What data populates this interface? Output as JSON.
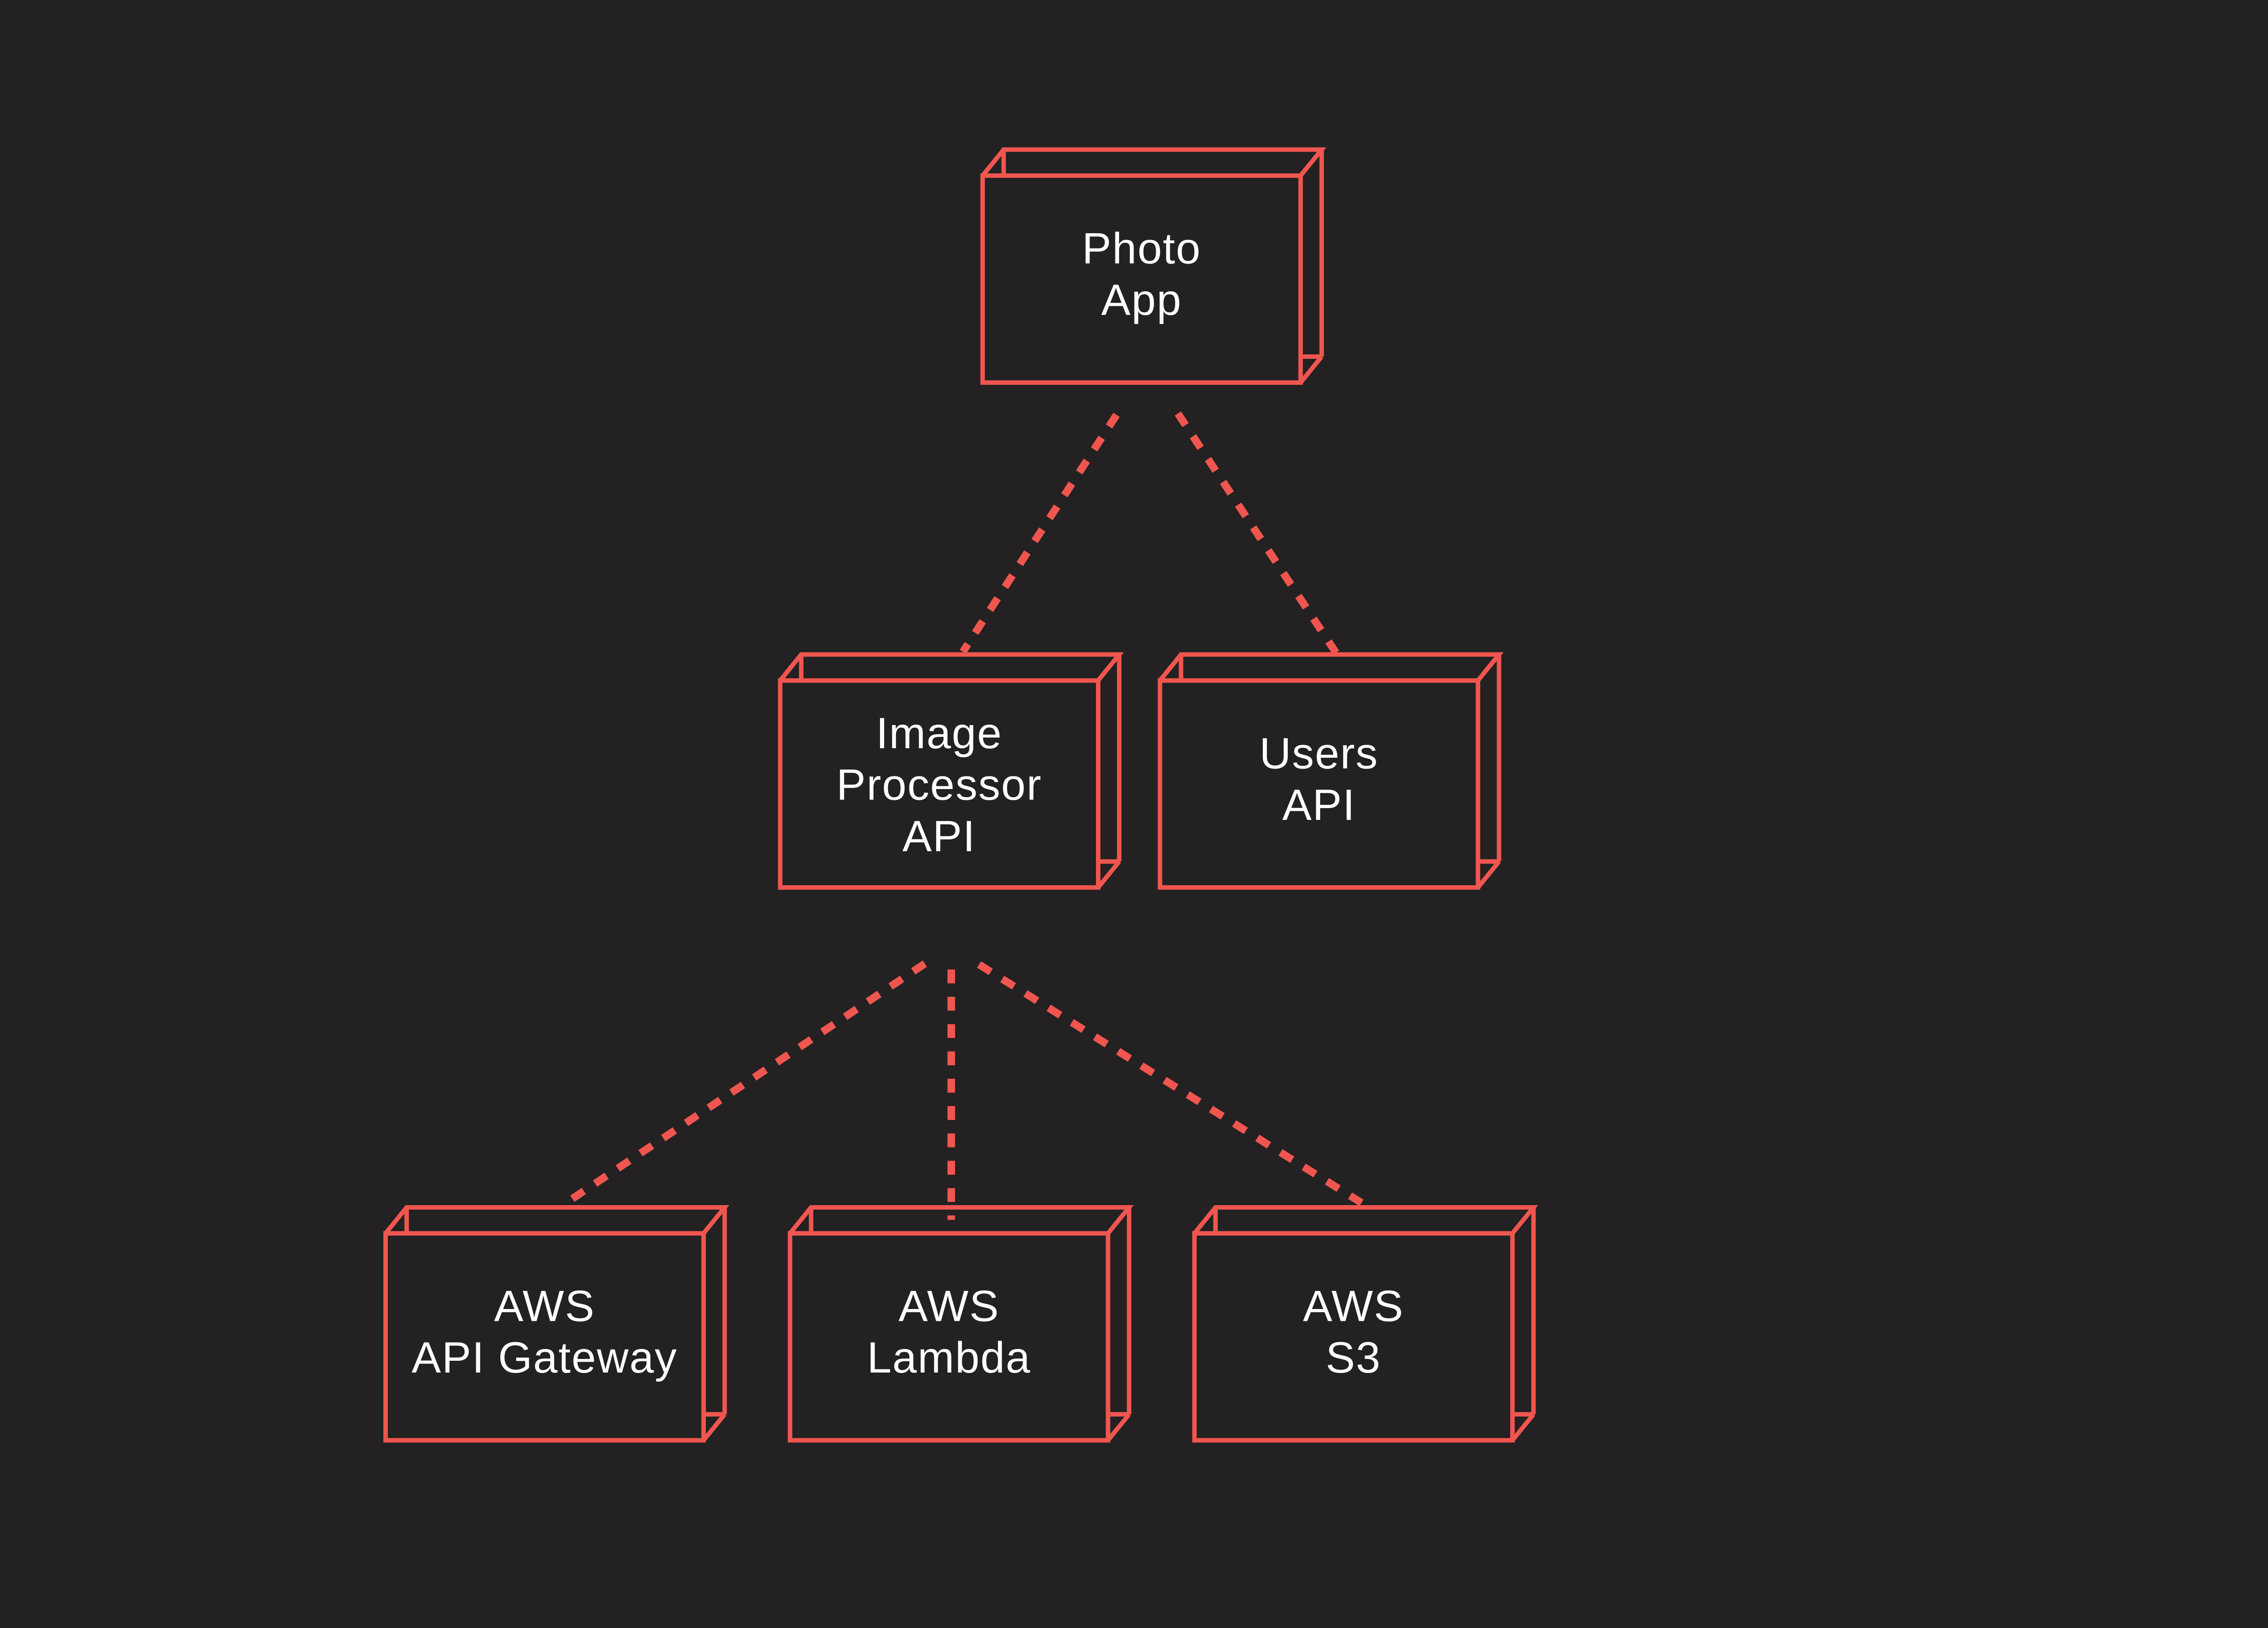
{
  "theme": {
    "background": "#232122",
    "accent": "#F0564F",
    "text_color": "#FFFFFF"
  },
  "diagram": {
    "type": "deployment-node-diagram",
    "nodes": [
      {
        "id": "photo-app",
        "lines": [
          "Photo",
          "App"
        ]
      },
      {
        "id": "image-processor-api",
        "lines": [
          "Image",
          "Processor",
          "API"
        ]
      },
      {
        "id": "users-api",
        "lines": [
          "Users",
          "API"
        ]
      },
      {
        "id": "aws-api-gateway",
        "lines": [
          "AWS",
          "API Gateway"
        ]
      },
      {
        "id": "aws-lambda",
        "lines": [
          "AWS",
          "Lambda"
        ]
      },
      {
        "id": "aws-s3",
        "lines": [
          "AWS",
          "S3"
        ]
      }
    ],
    "edges": [
      {
        "from": "photo-app",
        "to": "image-processor-api",
        "style": "dashed"
      },
      {
        "from": "photo-app",
        "to": "users-api",
        "style": "dashed"
      },
      {
        "from": "image-processor-api",
        "to": "aws-api-gateway",
        "style": "dashed"
      },
      {
        "from": "image-processor-api",
        "to": "aws-lambda",
        "style": "dashed"
      },
      {
        "from": "image-processor-api",
        "to": "aws-s3",
        "style": "dashed"
      }
    ]
  }
}
